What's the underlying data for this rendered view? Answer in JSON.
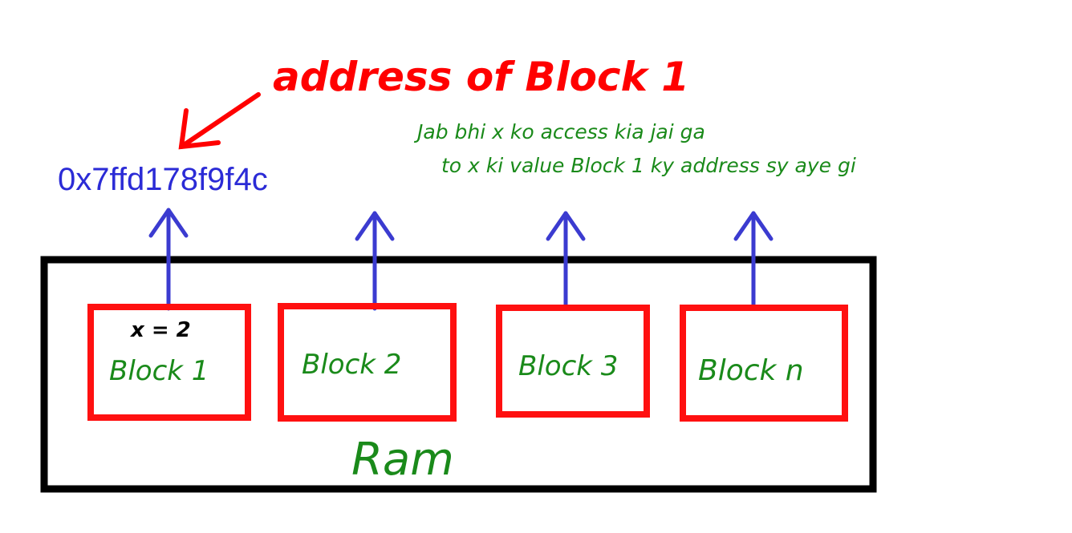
{
  "annotation": {
    "label": "address of Block 1",
    "address": "0x7ffd178f9f4c",
    "note_line1": "Jab bhi x ko access kia jai ga",
    "note_line2": "to x ki value Block 1 ky address sy aye gi"
  },
  "ram": {
    "label": "Ram",
    "blocks": [
      {
        "id": "block-1",
        "label": "Block 1",
        "content": "x = 2"
      },
      {
        "id": "block-2",
        "label": "Block 2",
        "content": ""
      },
      {
        "id": "block-3",
        "label": "Block 3",
        "content": ""
      },
      {
        "id": "block-n",
        "label": "Block n",
        "content": ""
      }
    ]
  },
  "colors": {
    "label_red": "#ff0000",
    "block_border_red": "#ff1010",
    "address_blue": "#2b2bd6",
    "arrow_blue": "#3b3bd0",
    "note_green": "#1a8a1a",
    "ram_border": "#000000",
    "content_black": "#000000"
  }
}
